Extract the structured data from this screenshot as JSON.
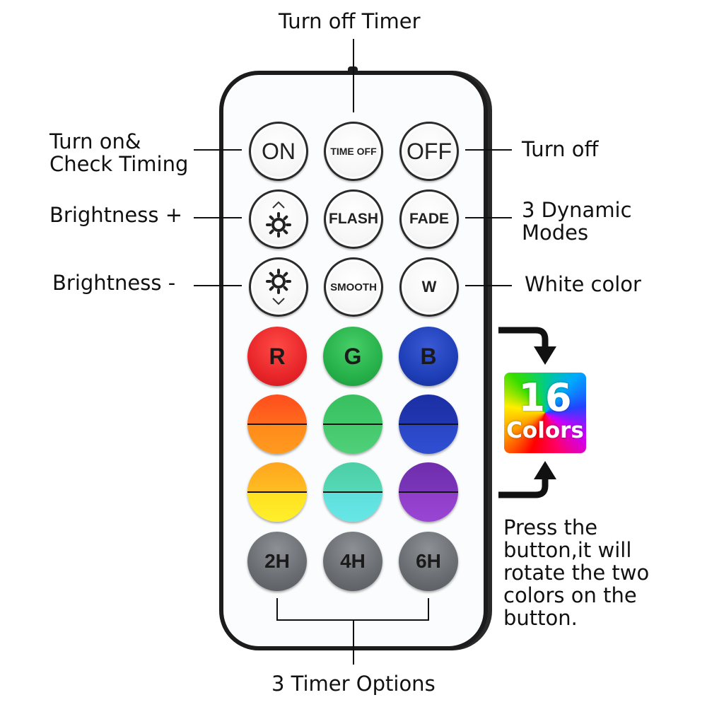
{
  "labels": {
    "timer_off": "Turn off Timer",
    "turn_on_line1": "Turn on&",
    "turn_on_line2": "Check Timing",
    "turn_off": "Turn off",
    "brightness_up": "Brightness +",
    "dynamic_line1": "3  Dynamic",
    "dynamic_line2": "Modes",
    "brightness_down": "Brightness -",
    "white_color": "White color",
    "timer_options": "3 Timer Options",
    "rotate_note": "Press the\nbutton,it will\nrotate the two\ncolors on the\nbutton."
  },
  "badge": {
    "number": "16",
    "word": "Colors"
  },
  "buttons": {
    "on": "ON",
    "time_off": "TIME OFF",
    "off": "OFF",
    "flash": "FLASH",
    "fade": "FADE",
    "smooth": "SMOOTH",
    "white": "W",
    "red": "R",
    "green": "G",
    "blue": "B",
    "timer_2h": "2H",
    "timer_4h": "4H",
    "timer_6h": "6H"
  },
  "colors": {
    "red": "#e8262a",
    "green": "#27b14b",
    "blue": "#1f3fb8",
    "orange_top": "#ff5a1f",
    "orange_bottom": "#ff8a1a",
    "lime_top": "#3fc86a",
    "lime_bottom": "#45c96c",
    "navy_top": "#2036b0",
    "navy_bottom": "#2a46c6",
    "yellow_top": "#ffb020",
    "yellow_bottom": "#ffe021",
    "teal_top": "#52d6b0",
    "teal_bottom": "#5fe0dc",
    "purple_top": "#7a35b8",
    "purple_bottom": "#8f3ec9"
  }
}
